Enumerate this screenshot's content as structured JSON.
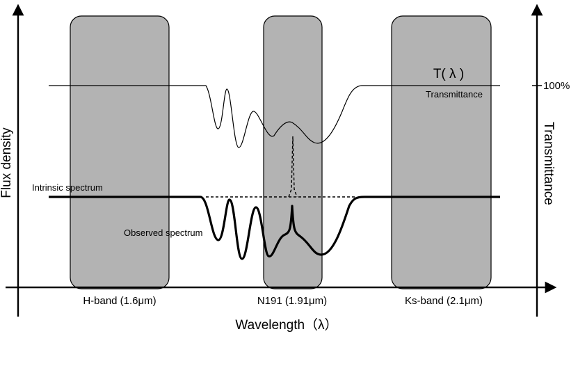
{
  "bands": [
    {
      "name": "H-band",
      "label": "H-band (1.6μm)"
    },
    {
      "name": "N191",
      "label": "N191 (1.91μm)"
    },
    {
      "name": "Ks-band",
      "label": "Ks-band (2.1μm)"
    }
  ],
  "axes": {
    "x_label": "Wavelength（λ）",
    "y_left_label": "Flux density",
    "y_right_label": "Transmittance",
    "y_right_tick": "100%"
  },
  "curves": {
    "transmission_symbol": "T( λ )",
    "transmission_label": "Transmittance",
    "intrinsic_label": "Intrinsic spectrum",
    "observed_label": "Observed spectrum"
  }
}
